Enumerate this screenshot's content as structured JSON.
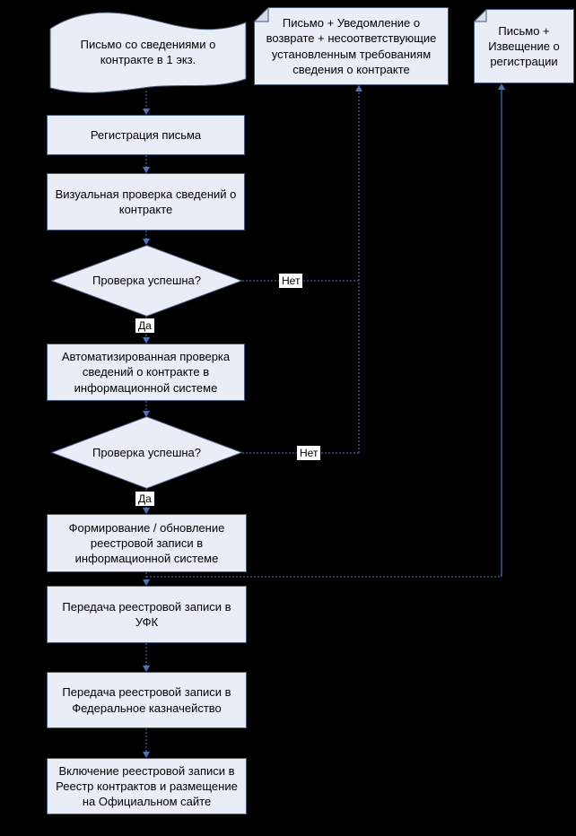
{
  "colors": {
    "background": "#000000",
    "node_fill": "#e8edf6",
    "node_border": "#44587e",
    "connector": "#4a74c0",
    "edge_label_background": "#ffffff",
    "text": "#000000"
  },
  "flowchart": {
    "nodes": [
      {
        "id": "letter-document",
        "type": "document",
        "label": "Письмо со сведениями о контракте в 1 экз."
      },
      {
        "id": "return-notice-card",
        "type": "card",
        "label": "Письмо + Уведомление о возврате + несоответствующие установленным требованиям сведения о контракте"
      },
      {
        "id": "registration-notice-card",
        "type": "card",
        "label": "Письмо + Извещение о регистрации"
      },
      {
        "id": "register-letter",
        "type": "process",
        "label": "Регистрация письма"
      },
      {
        "id": "visual-check",
        "type": "process",
        "label": "Визуальная проверка сведений о контракте"
      },
      {
        "id": "decision-visual-check",
        "type": "decision",
        "label": "Проверка успешна?"
      },
      {
        "id": "auto-check",
        "type": "process",
        "label": "Автоматизированная проверка сведений о контракте в информационной системе"
      },
      {
        "id": "decision-auto-check",
        "type": "decision",
        "label": "Проверка успешна?"
      },
      {
        "id": "form-record",
        "type": "process",
        "label": "Формирование / обновление реестровой записи в информационной системе"
      },
      {
        "id": "transfer-ufk",
        "type": "process",
        "label": "Передача реестровой записи  в УФК"
      },
      {
        "id": "transfer-treasury",
        "type": "process",
        "label": "Передача реестровой записи в Федеральное казначейство"
      },
      {
        "id": "include-registry",
        "type": "process",
        "label": "Включение реестровой записи в Реестр контрактов и размещение на Официальном сайте"
      }
    ],
    "edge_labels": {
      "decision1_yes": "Да",
      "decision1_no": "Нет",
      "decision2_yes": "Да",
      "decision2_no": "Нет"
    },
    "edges": [
      {
        "from": "letter-document",
        "to": "register-letter",
        "label": "",
        "style": "dotted"
      },
      {
        "from": "register-letter",
        "to": "visual-check",
        "label": "",
        "style": "dotted"
      },
      {
        "from": "visual-check",
        "to": "decision-visual-check",
        "label": "",
        "style": "dotted"
      },
      {
        "from": "decision-visual-check",
        "to": "auto-check",
        "label": "Да",
        "style": "dotted"
      },
      {
        "from": "decision-visual-check",
        "to": "return-notice-card",
        "label": "Нет",
        "style": "dotted"
      },
      {
        "from": "auto-check",
        "to": "decision-auto-check",
        "label": "",
        "style": "dotted"
      },
      {
        "from": "decision-auto-check",
        "to": "form-record",
        "label": "Да",
        "style": "dotted"
      },
      {
        "from": "decision-auto-check",
        "to": "return-notice-card",
        "label": "Нет",
        "style": "dotted"
      },
      {
        "from": "form-record",
        "to": "transfer-ufk",
        "label": "",
        "style": "dotted"
      },
      {
        "from": "form-record",
        "to": "registration-notice-card",
        "label": "",
        "style": "dotted-then-solid"
      },
      {
        "from": "transfer-ufk",
        "to": "transfer-treasury",
        "label": "",
        "style": "dotted"
      },
      {
        "from": "transfer-treasury",
        "to": "include-registry",
        "label": "",
        "style": "dotted"
      }
    ]
  }
}
